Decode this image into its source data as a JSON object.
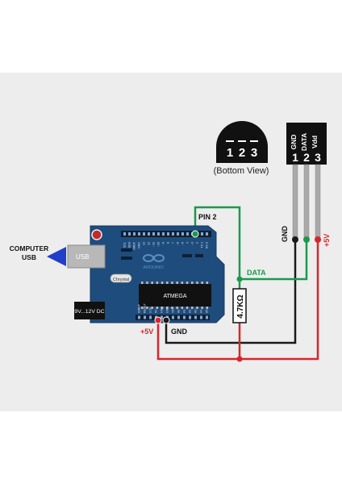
{
  "sensor": {
    "bottom_view_label": "(Bottom View)",
    "pin_numbers": [
      "1",
      "2",
      "3"
    ],
    "pin_names": [
      "GND",
      "DATA",
      "Vdd"
    ]
  },
  "board": {
    "usb_port_label": "USB",
    "computer_usb_line1": "COMPUTER",
    "computer_usb_line2": "USB",
    "power_jack_label": "9V...12V DC",
    "chip_label": "ATMEGA",
    "crystal_label": "Chrystal",
    "brand_label": "ARDUINO",
    "pin2_label": "PIN 2",
    "top_header_labels": [
      "SCL",
      "SDA",
      "AREF",
      "GND",
      "13",
      "12",
      "~11",
      "~10",
      "~9",
      "8",
      "7",
      "~6",
      "~5",
      "4",
      "~3",
      "2",
      "TX 1",
      "RX 0"
    ],
    "bottom_header_labels": [
      "IOREF",
      "RESET",
      "3.3V",
      "5V",
      "GND",
      "GND",
      "VIN",
      "A0",
      "A1",
      "A2",
      "A3",
      "A4",
      "A5"
    ]
  },
  "wiring": {
    "data_label": "DATA",
    "gnd_label": "GND",
    "vcc_label": "+5V",
    "sensor_gnd_label": "GND",
    "sensor_vcc_label": "+5V",
    "resistor_label": "4.7KΩ"
  },
  "colors": {
    "data_wire": "#1a9a4a",
    "vcc_wire": "#d7262b",
    "gnd_wire": "#1a1a1a",
    "board": "#1e4c7d",
    "usb_arrow": "#1f3ec9"
  }
}
